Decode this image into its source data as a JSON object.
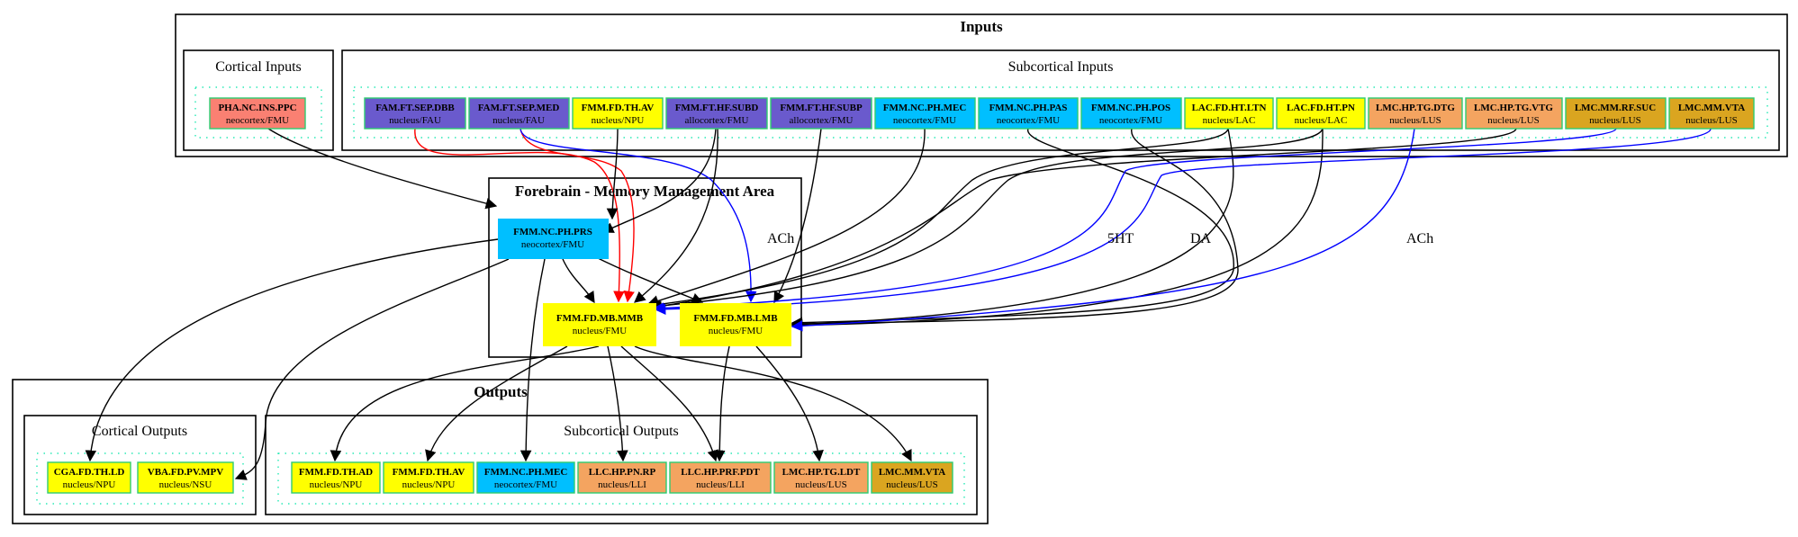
{
  "clusters": {
    "inputs": "Inputs",
    "cortical_inputs": "Cortical Inputs",
    "subcortical_inputs": "Subcortical Inputs",
    "forebrain": "Forebrain - Memory Management Area",
    "outputs": "Outputs",
    "cortical_outputs": "Cortical Outputs",
    "subcortical_outputs": "Subcortical Outputs"
  },
  "colors": {
    "salmon": "#fa8072",
    "slateblue": "#6a5acd",
    "yellow": "#ffff00",
    "deepskyblue": "#00bfff",
    "sandybrown": "#f4a460",
    "goldenrod": "#daa520",
    "node_border": "#2ecc71",
    "edge_black": "#000000",
    "edge_red": "#ff0000",
    "edge_blue": "#0000ff"
  },
  "nodes": {
    "pha_nc_ins_ppc": {
      "name": "PHA.NC.INS.PPC",
      "sub": "neocortex/FMU",
      "color": "#fa8072"
    },
    "fam_ft_sep_dbb": {
      "name": "FAM.FT.SEP.DBB",
      "sub": "nucleus/FAU",
      "color": "#6a5acd"
    },
    "fam_ft_sep_med": {
      "name": "FAM.FT.SEP.MED",
      "sub": "nucleus/FAU",
      "color": "#6a5acd"
    },
    "fmm_fd_th_av_in": {
      "name": "FMM.FD.TH.AV",
      "sub": "nucleus/NPU",
      "color": "#ffff00"
    },
    "fmm_ft_hf_subd": {
      "name": "FMM.FT.HF.SUBD",
      "sub": "allocortex/FMU",
      "color": "#6a5acd"
    },
    "fmm_ft_hf_subp": {
      "name": "FMM.FT.HF.SUBP",
      "sub": "allocortex/FMU",
      "color": "#6a5acd"
    },
    "fmm_nc_ph_mec_in": {
      "name": "FMM.NC.PH.MEC",
      "sub": "neocortex/FMU",
      "color": "#00bfff"
    },
    "fmm_nc_ph_pas": {
      "name": "FMM.NC.PH.PAS",
      "sub": "neocortex/FMU",
      "color": "#00bfff"
    },
    "fmm_nc_ph_pos": {
      "name": "FMM.NC.PH.POS",
      "sub": "neocortex/FMU",
      "color": "#00bfff"
    },
    "lac_fd_ht_ltn": {
      "name": "LAC.FD.HT.LTN",
      "sub": "nucleus/LAC",
      "color": "#ffff00"
    },
    "lac_fd_ht_pn": {
      "name": "LAC.FD.HT.PN",
      "sub": "nucleus/LAC",
      "color": "#ffff00"
    },
    "lmc_hp_tg_dtg": {
      "name": "LMC.HP.TG.DTG",
      "sub": "nucleus/LUS",
      "color": "#f4a460"
    },
    "lmc_hp_tg_vtg": {
      "name": "LMC.HP.TG.VTG",
      "sub": "nucleus/LUS",
      "color": "#f4a460"
    },
    "lmc_mm_rf_suc": {
      "name": "LMC.MM.RF.SUC",
      "sub": "nucleus/LUS",
      "color": "#daa520"
    },
    "lmc_mm_vta_in": {
      "name": "LMC.MM.VTA",
      "sub": "nucleus/LUS",
      "color": "#daa520"
    },
    "fmm_nc_ph_prs": {
      "name": "FMM.NC.PH.PRS",
      "sub": "neocortex/FMU",
      "color": "#00bfff"
    },
    "fmm_fd_mb_mmb": {
      "name": "FMM.FD.MB.MMB",
      "sub": "nucleus/FMU",
      "color": "#ffff00"
    },
    "fmm_fd_mb_lmb": {
      "name": "FMM.FD.MB.LMB",
      "sub": "nucleus/FMU",
      "color": "#ffff00"
    },
    "cga_fd_th_ld": {
      "name": "CGA.FD.TH.LD",
      "sub": "nucleus/NPU",
      "color": "#ffff00"
    },
    "vba_fd_pv_mpv": {
      "name": "VBA.FD.PV.MPV",
      "sub": "nucleus/NSU",
      "color": "#ffff00"
    },
    "fmm_fd_th_ad": {
      "name": "FMM.FD.TH.AD",
      "sub": "nucleus/NPU",
      "color": "#ffff00"
    },
    "fmm_fd_th_av_out": {
      "name": "FMM.FD.TH.AV",
      "sub": "nucleus/NPU",
      "color": "#ffff00"
    },
    "fmm_nc_ph_mec_out": {
      "name": "FMM.NC.PH.MEC",
      "sub": "neocortex/FMU",
      "color": "#00bfff"
    },
    "llc_hp_pn_rp": {
      "name": "LLC.HP.PN.RP",
      "sub": "nucleus/LLI",
      "color": "#f4a460"
    },
    "llc_hp_prf_pdt": {
      "name": "LLC.HP.PRF.PDT",
      "sub": "nucleus/LLI",
      "color": "#f4a460"
    },
    "lmc_hp_tg_ldt": {
      "name": "LMC.HP.TG.LDT",
      "sub": "nucleus/LUS",
      "color": "#f4a460"
    },
    "lmc_mm_vta_out": {
      "name": "LMC.MM.VTA",
      "sub": "nucleus/LUS",
      "color": "#daa520"
    }
  },
  "edge_labels": {
    "ach_left": "ACh",
    "serotonin": "5HT",
    "dopamine": "DA",
    "ach_right": "ACh"
  }
}
